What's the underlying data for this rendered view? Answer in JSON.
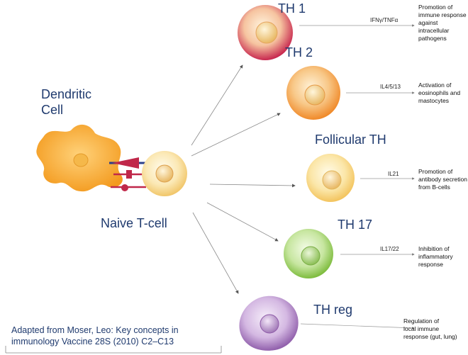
{
  "dendritic_cell": {
    "label": "Dendritic\nCell"
  },
  "naive_cell": {
    "label": "Naive T-cell"
  },
  "subsets": [
    {
      "name": "TH 1",
      "cytokine": "IFNγ/TNFα",
      "function": "Promotion of\nimmune response\nagainst intracellular\npathogens"
    },
    {
      "name": "TH 2",
      "cytokine": "IL4/5/13",
      "function": "Activation of\neosinophils and\nmastocytes"
    },
    {
      "name": "Follicular TH",
      "cytokine": "IL21",
      "function": "Promotion of\nantibody secretion\nfrom B-cells"
    },
    {
      "name": "TH 17",
      "cytokine": "IL17/22",
      "function": "Inhibition of\ninflammatory\nresponse"
    },
    {
      "name": "TH reg",
      "cytokine": "",
      "function": "Regulation of\nlocal immune\nresponse (gut, lung)"
    }
  ],
  "credit": "Adapted from Moser, Leo: Key concepts in\nimmunology Vaccine 28S (2010) C2–C13",
  "colors": {
    "th1": "#d8446a",
    "th2": "#f4a24a",
    "tfh": "#f7d27a",
    "th17": "#9ccd5e",
    "treg": "#a87cc0",
    "naive": "#f6d890",
    "dendritic": "#f5a623",
    "label_text": "#1f3a6e"
  }
}
